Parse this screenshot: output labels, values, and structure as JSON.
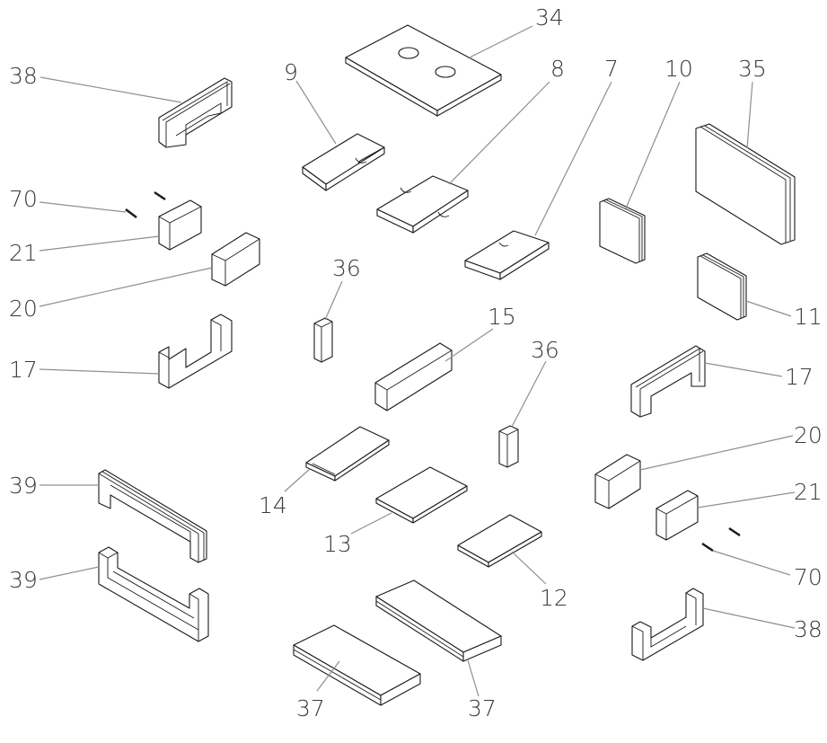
{
  "diagram": {
    "type": "exploded-assembly-drawing",
    "callouts": [
      {
        "id": "c-38-top",
        "label": "38"
      },
      {
        "id": "c-34",
        "label": "34"
      },
      {
        "id": "c-9",
        "label": "9"
      },
      {
        "id": "c-8",
        "label": "8"
      },
      {
        "id": "c-7",
        "label": "7"
      },
      {
        "id": "c-10",
        "label": "10"
      },
      {
        "id": "c-35",
        "label": "35"
      },
      {
        "id": "c-70-left",
        "label": "70"
      },
      {
        "id": "c-21-left",
        "label": "21"
      },
      {
        "id": "c-20-left",
        "label": "20"
      },
      {
        "id": "c-36-left",
        "label": "36"
      },
      {
        "id": "c-15",
        "label": "15"
      },
      {
        "id": "c-11",
        "label": "11"
      },
      {
        "id": "c-17-left",
        "label": "17"
      },
      {
        "id": "c-36-right",
        "label": "36"
      },
      {
        "id": "c-17-right",
        "label": "17"
      },
      {
        "id": "c-20-right",
        "label": "20"
      },
      {
        "id": "c-39-top",
        "label": "39"
      },
      {
        "id": "c-14",
        "label": "14"
      },
      {
        "id": "c-21-right",
        "label": "21"
      },
      {
        "id": "c-13",
        "label": "13"
      },
      {
        "id": "c-39-bottom",
        "label": "39"
      },
      {
        "id": "c-12",
        "label": "12"
      },
      {
        "id": "c-70-right",
        "label": "70"
      },
      {
        "id": "c-38-bottom",
        "label": "38"
      },
      {
        "id": "c-37-left",
        "label": "37"
      },
      {
        "id": "c-37-right",
        "label": "37"
      }
    ]
  }
}
